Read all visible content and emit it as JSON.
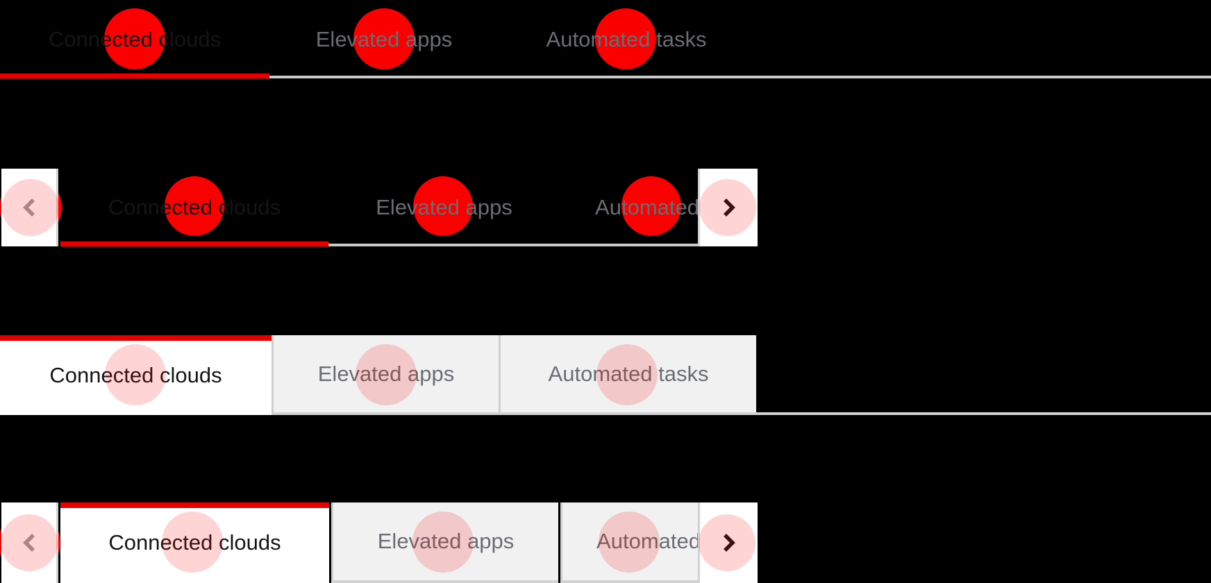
{
  "app": {
    "description": "Tabs component examples (underline and box variants, with horizontal scroll buttons) annotated with click indicators",
    "background": "#000000"
  },
  "colors": {
    "accent_red": "#e60000",
    "indicator_red": "#fa0000",
    "indicator_pink": "rgba(250,0,0,0.17)",
    "active_text": "#151515",
    "inactive_text": "#6a6e73",
    "box_tab_bg": "#f1f1f1",
    "active_tab_bg": "#ffffff",
    "border_gray": "#d2d2d2",
    "track_gray": "#c9c9c9"
  },
  "icons": {
    "scroll_left": "chevron-left-icon",
    "scroll_right": "chevron-right-icon"
  },
  "rows": [
    {
      "id": "underline-tabs",
      "variant": "underline",
      "scroll_buttons": false,
      "active_tab": "Connected clouds",
      "tabs": [
        {
          "label": "Connected clouds",
          "active": true,
          "indicator": "solid-red"
        },
        {
          "label": "Elevated apps",
          "active": false,
          "indicator": "solid-red"
        },
        {
          "label": "Automated tasks",
          "active": false,
          "indicator": "solid-red"
        }
      ]
    },
    {
      "id": "underline-tabs-scrollable",
      "variant": "underline",
      "scroll_buttons": true,
      "active_tab": "Connected clouds",
      "tabs": [
        {
          "label": "Connected clouds",
          "active": true,
          "indicator": "solid-red"
        },
        {
          "label": "Elevated apps",
          "active": false,
          "indicator": "solid-red"
        },
        {
          "label": "Automated tasks",
          "active": false,
          "indicator": "solid-red",
          "clipped": true
        }
      ],
      "button_indicator": "faded-pink"
    },
    {
      "id": "box-tabs",
      "variant": "box",
      "scroll_buttons": false,
      "active_tab": "Connected clouds",
      "tabs": [
        {
          "label": "Connected clouds",
          "active": true,
          "indicator": "faded-pink"
        },
        {
          "label": "Elevated apps",
          "active": false,
          "indicator": "faded-pink"
        },
        {
          "label": "Automated tasks",
          "active": false,
          "indicator": "faded-pink"
        }
      ]
    },
    {
      "id": "box-tabs-scrollable",
      "variant": "box",
      "scroll_buttons": true,
      "active_tab": "Connected clouds",
      "tabs": [
        {
          "label": "Connected clouds",
          "active": true,
          "indicator": "faded-pink"
        },
        {
          "label": "Elevated apps",
          "active": false,
          "indicator": "faded-pink"
        },
        {
          "label": "Automated tasks",
          "active": false,
          "indicator": "faded-pink",
          "clipped": true
        }
      ],
      "button_indicator": "faded-pink"
    }
  ]
}
